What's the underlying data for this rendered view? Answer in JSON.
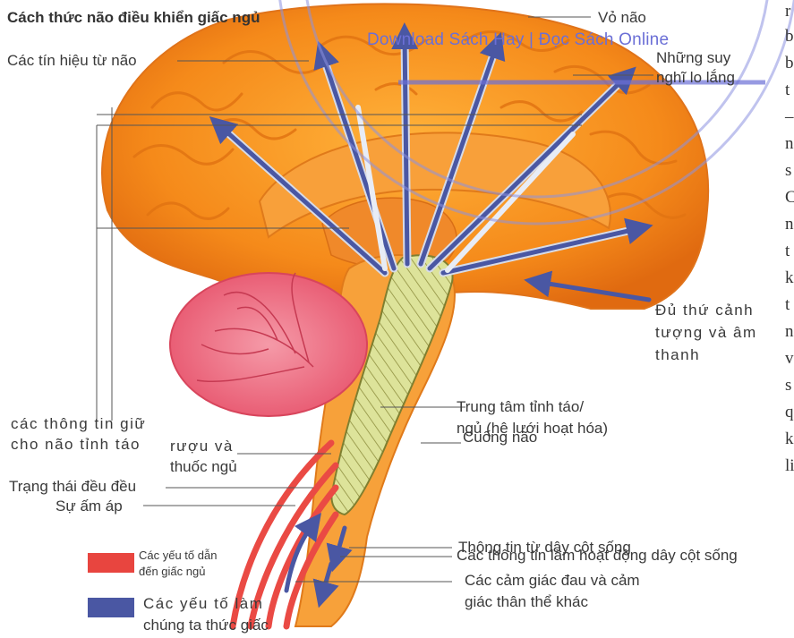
{
  "title": "Cách thức não điều khiển giấc ngủ",
  "watermark": "Download Sách Hay | Đọc Sách Online",
  "labels": {
    "vo_nao": "Vỏ não",
    "tin_hieu_tu_nao": "Các tín hiệu từ não",
    "suy_nghi_1": "Những suy",
    "suy_nghi_2": "nghĩ lo lắng",
    "canh_tuong_1": "Đủ thứ cảnh",
    "canh_tuong_2": "tượng và âm",
    "canh_tuong_3": "thanh",
    "trung_tam_1": "Trung tâm tỉnh táo/",
    "trung_tam_2": "ngủ (hệ lưới hoạt hóa)",
    "thong_tin_tinh_1": "các thông tin giữ",
    "thong_tin_tinh_2": "cho não tỉnh táo",
    "ruou_1": "rượu và",
    "ruou_2": "thuốc ngủ",
    "cuong_nao": "Cuống não",
    "trang_thai": "Trạng thái đều đều",
    "su_am_ap": "Sự ấm áp",
    "day_cot_song": "Thông tin từ dây cột sống",
    "hoat_dong_cot_song": "Các thông tin làm hoạt động dây cột sống",
    "cam_giac_1": "Các cảm giác đau và cảm",
    "cam_giac_2": "giác thân thể khác"
  },
  "legend": {
    "sleep_1": "Các yếu tố dẫn",
    "sleep_2": "đến giấc ngủ",
    "wake_1": "Các yếu tố làm",
    "wake_2": "chúng ta thức giấc",
    "sleep_color": "#e8453f",
    "wake_color": "#4a57a3"
  },
  "side_text": [
    "r",
    "b",
    "b",
    "t",
    "–",
    "n",
    "s",
    "C",
    "n",
    "t",
    "k",
    "t",
    "n",
    "v",
    "s",
    "q",
    "k",
    "li"
  ]
}
